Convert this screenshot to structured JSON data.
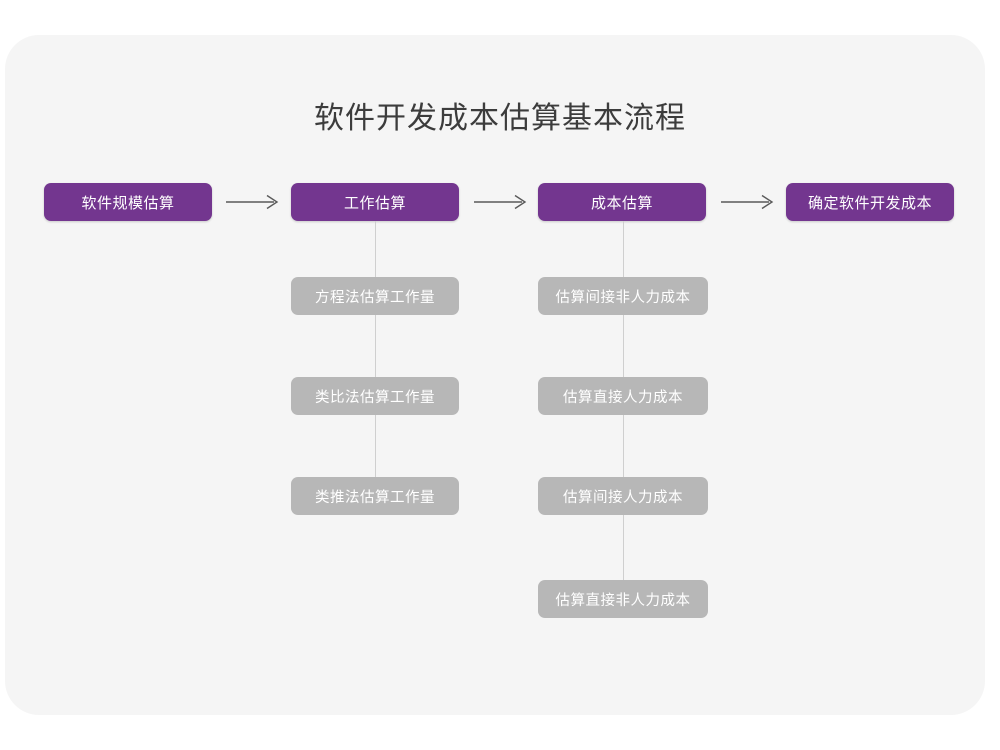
{
  "page": {
    "title": "软件开发成本估算基本流程",
    "background_color": "#ffffff",
    "card_color": "#f5f5f5",
    "primary_color": "#73368f",
    "secondary_color": "#b7b7b7",
    "title_color": "#3c3c3c",
    "connector_color": "#cfcfcf",
    "arrow_color": "#5a5a5a"
  },
  "diagram": {
    "type": "flowchart",
    "orientation": "left-to-right",
    "stages": [
      {
        "id": "scale",
        "label": "软件规模估算",
        "style": "primary",
        "substeps": []
      },
      {
        "id": "effort",
        "label": "工作估算",
        "style": "primary",
        "substeps": [
          {
            "label": "方程法估算工作量"
          },
          {
            "label": "类比法估算工作量"
          },
          {
            "label": "类推法估算工作量"
          }
        ]
      },
      {
        "id": "cost",
        "label": "成本估算",
        "style": "primary",
        "substeps": [
          {
            "label": "估算间接非人力成本"
          },
          {
            "label": "估算直接人力成本"
          },
          {
            "label": "估算间接人力成本"
          },
          {
            "label": "估算直接非人力成本"
          }
        ]
      },
      {
        "id": "final",
        "label": "确定软件开发成本",
        "style": "primary",
        "substeps": []
      }
    ],
    "connectors": [
      {
        "id": "arrow-1",
        "from": "scale",
        "to": "effort",
        "glyph": "arrow-right"
      },
      {
        "id": "arrow-2",
        "from": "effort",
        "to": "cost",
        "glyph": "arrow-right"
      },
      {
        "id": "arrow-3",
        "from": "cost",
        "to": "final",
        "glyph": "arrow-right"
      }
    ]
  }
}
